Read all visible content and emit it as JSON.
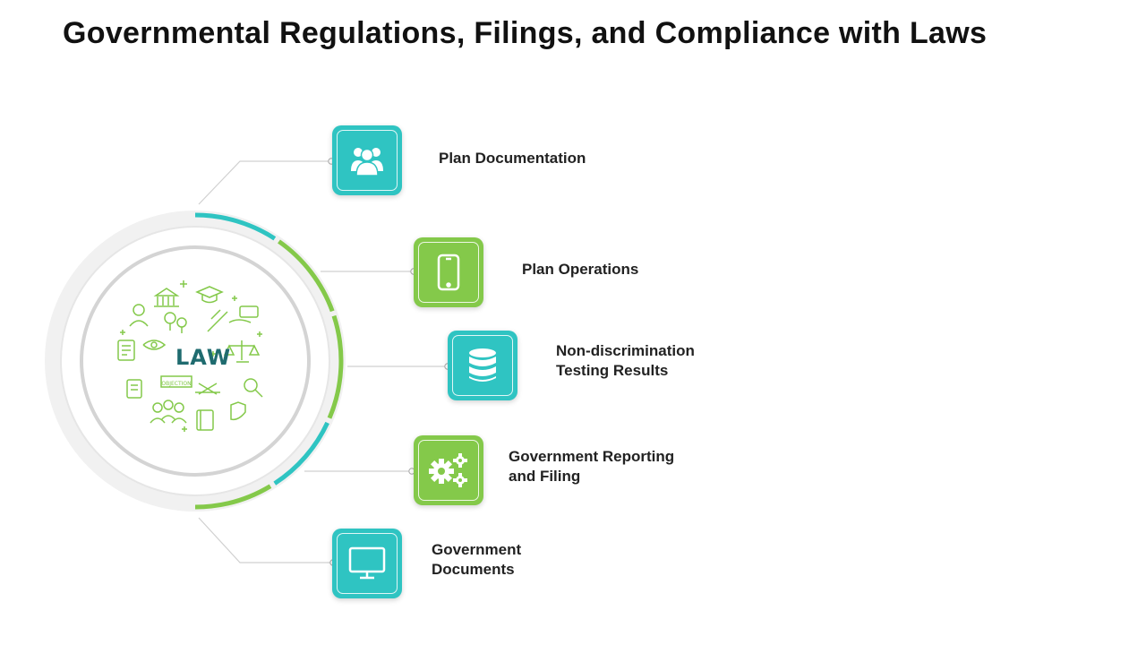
{
  "title": "Governmental Regulations, Filings, and Compliance with Laws",
  "center": {
    "text": "LAW",
    "sub_text": "OBJECTION",
    "icon": "law-illustration"
  },
  "colors": {
    "teal": "#2fc4c2",
    "green": "#84c94a",
    "ring": "#e4e4e4",
    "connector": "#cfcfcf"
  },
  "items": [
    {
      "lines": [
        "Plan Documentation"
      ],
      "icon": "people-icon",
      "color": "teal"
    },
    {
      "lines": [
        "Plan Operations"
      ],
      "icon": "smartphone-icon",
      "color": "green"
    },
    {
      "lines": [
        "Non-discrimination",
        "Testing Results"
      ],
      "icon": "database-icon",
      "color": "teal"
    },
    {
      "lines": [
        "Government Reporting",
        "and Filing"
      ],
      "icon": "gears-icon",
      "color": "green"
    },
    {
      "lines": [
        "Government",
        "Documents"
      ],
      "icon": "monitor-icon",
      "color": "teal"
    }
  ]
}
